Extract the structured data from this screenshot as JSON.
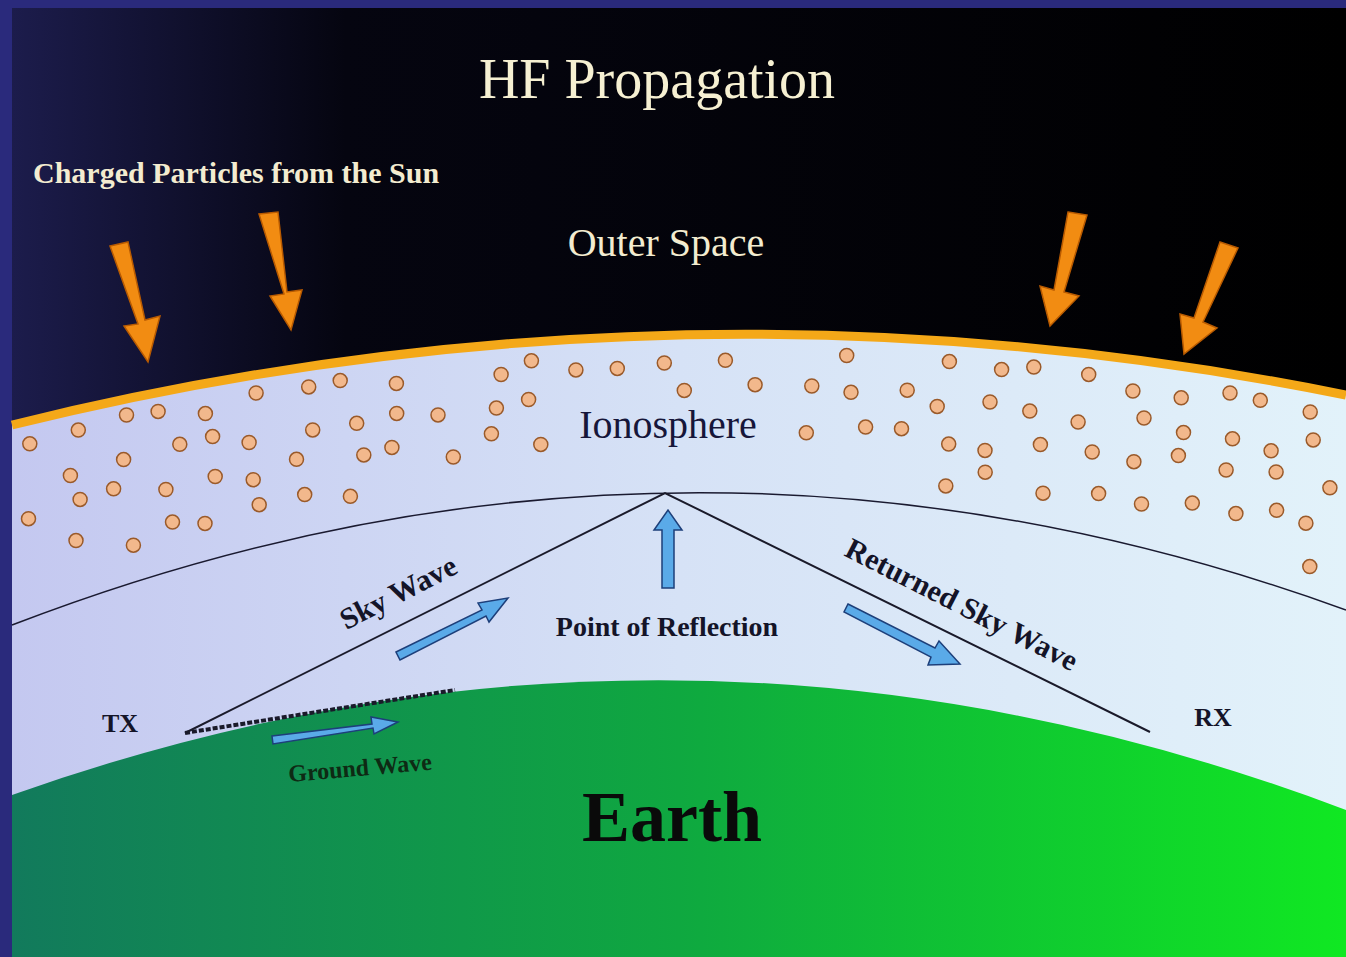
{
  "diagram": {
    "title": "HF Propagation",
    "labels": [
      "Charged Particles from the Sun",
      "Outer Space",
      "Ionosphere",
      "Sky Wave",
      "Point of Reflection",
      "Returned Sky Wave",
      "TX",
      "RX",
      "Ground Wave",
      "Earth"
    ]
  }
}
